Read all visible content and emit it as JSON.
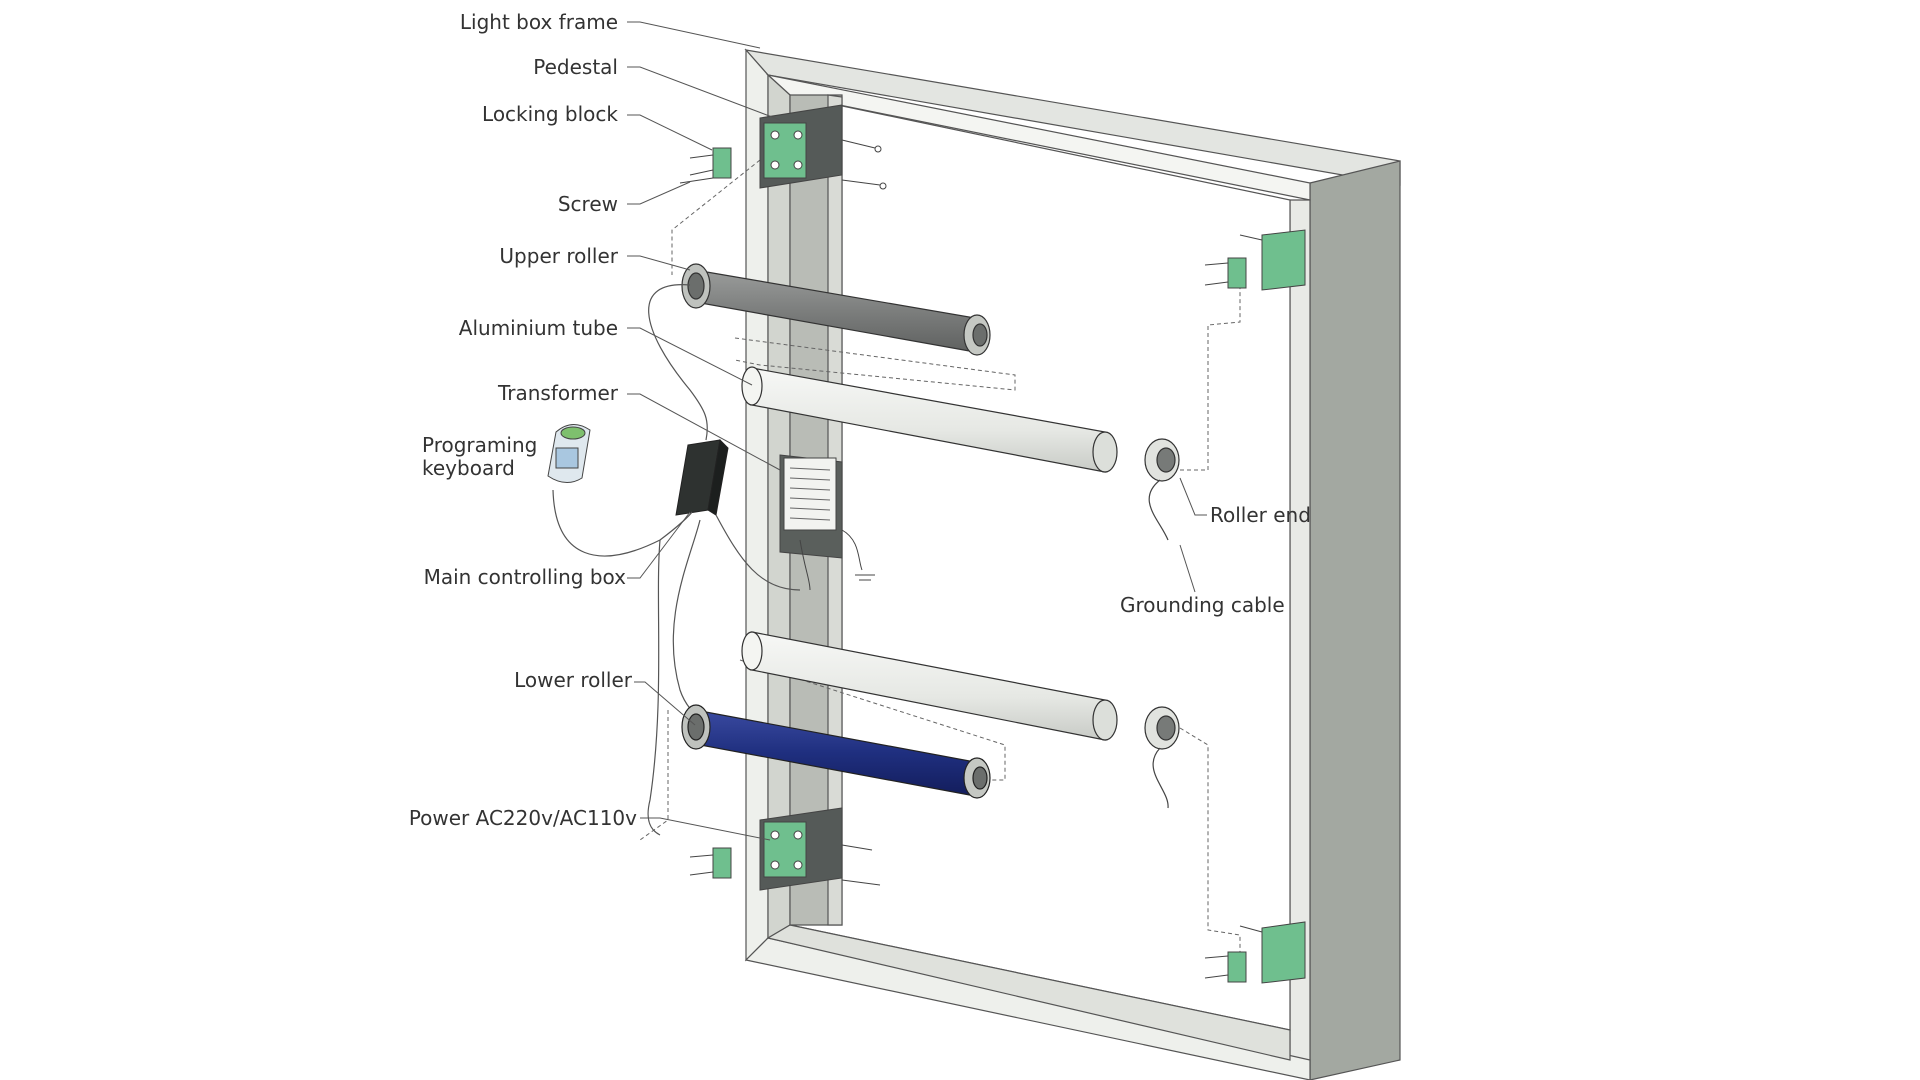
{
  "labels": {
    "light_box_frame": "Light box frame",
    "pedestal": "Pedestal",
    "locking_block": "Locking block",
    "screw": "Screw",
    "upper_roller": "Upper roller",
    "aluminium_tube": "Aluminium tube",
    "transformer": "Transformer",
    "programing_keyboard_line1": "Programing",
    "programing_keyboard_line2": "keyboard",
    "main_controlling_box": "Main controlling box",
    "lower_roller": "Lower roller",
    "power": "Power AC220v/AC110v",
    "roller_end": "Roller end",
    "grounding_cable": "Grounding cable"
  },
  "colors": {
    "frame_light": "#e3e5e1",
    "frame_dark": "#a3a8a1",
    "frame_inner": "#c9ccc6",
    "upper_roller": "#7c7e7d",
    "lower_roller": "#1f2f7f",
    "pcb": "#6fbf8e",
    "tube": "#eceeea"
  }
}
